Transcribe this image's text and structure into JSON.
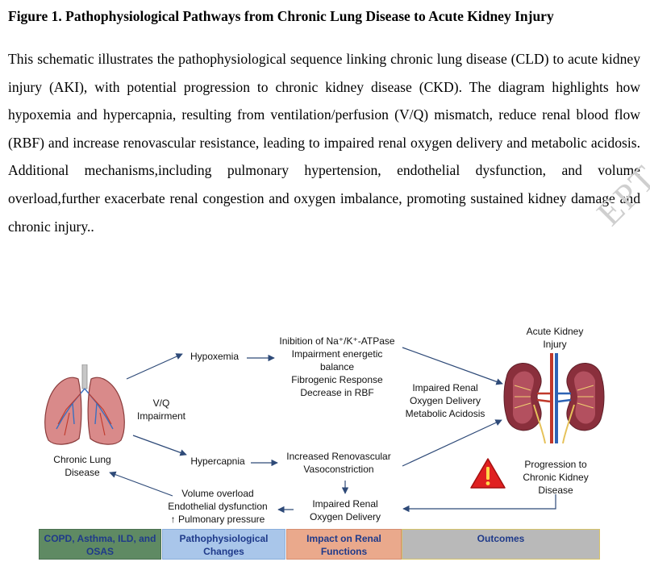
{
  "figure": {
    "title": "Figure 1. Pathophysiological Pathways from Chronic Lung Disease to Acute Kidney Injury",
    "caption": "This schematic illustrates the pathophysiological sequence linking chronic lung disease (CLD) to acute kidney injury (AKI), with potential progression to chronic kidney disease (CKD). The diagram highlights how hypoxemia and hypercapnia, resulting from ventilation/perfusion (V/Q) mismatch, reduce renal blood flow (RBF) and increase renovascular resistance, leading to impaired renal oxygen delivery and metabolic acidosis. Additional mechanisms,including pulmonary hypertension, endothelial dysfunction, and volume overload,further exacerbate renal congestion and oxygen imbalance, promoting sustained kidney damage and chronic injury..",
    "watermark": "EPT"
  },
  "diagram": {
    "lungs_label": [
      "Chronic Lung",
      "Disease"
    ],
    "vq_label": [
      "V/Q",
      "Impairment"
    ],
    "hypoxemia": "Hypoxemia",
    "hypercapnia": "Hypercapnia",
    "inhibition_block": [
      "Inibition of Na⁺/K⁺-ATPase",
      "Impairment energetic",
      "balance",
      "Fibrogenic Response",
      "Decrease in RBF"
    ],
    "renovascular_block": [
      "Increased Renovascular",
      "Vasoconstriction"
    ],
    "impaired_delivery_low": [
      "Impaired Renal",
      "Oxygen Delivery"
    ],
    "volume_block": [
      "Volume overload",
      "Endothelial dysfunction",
      "↑ Pulmonary pressure"
    ],
    "impaired_delivery_mid": [
      "Impaired Renal",
      "Oxygen Delivery",
      "Metabolic Acidosis"
    ],
    "aki_label": [
      "Acute Kidney",
      "Injury"
    ],
    "ckd_label": [
      "Progression to",
      "Chronic Kidney",
      "Disease"
    ]
  },
  "bands": [
    {
      "label": "COPD, Asthma, ILD, and OSAS",
      "color": "#5f8a63",
      "border": "#4a7050"
    },
    {
      "label": "Pathophysiological Changes",
      "color": "#a9c6ea",
      "border": "#8aaedb"
    },
    {
      "label": "Impact on Renal Functions",
      "color": "#eaa98c",
      "border": "#d58e70"
    },
    {
      "label": "Outcomes",
      "color": "#b9b9b9",
      "border": "#d6c36a"
    }
  ],
  "icons": {
    "lungs": "lungs-icon",
    "kidneys": "kidneys-icon",
    "warning": "warning-icon"
  },
  "colors": {
    "arrow": "#2e4a78",
    "warning_fill": "#e02020"
  }
}
